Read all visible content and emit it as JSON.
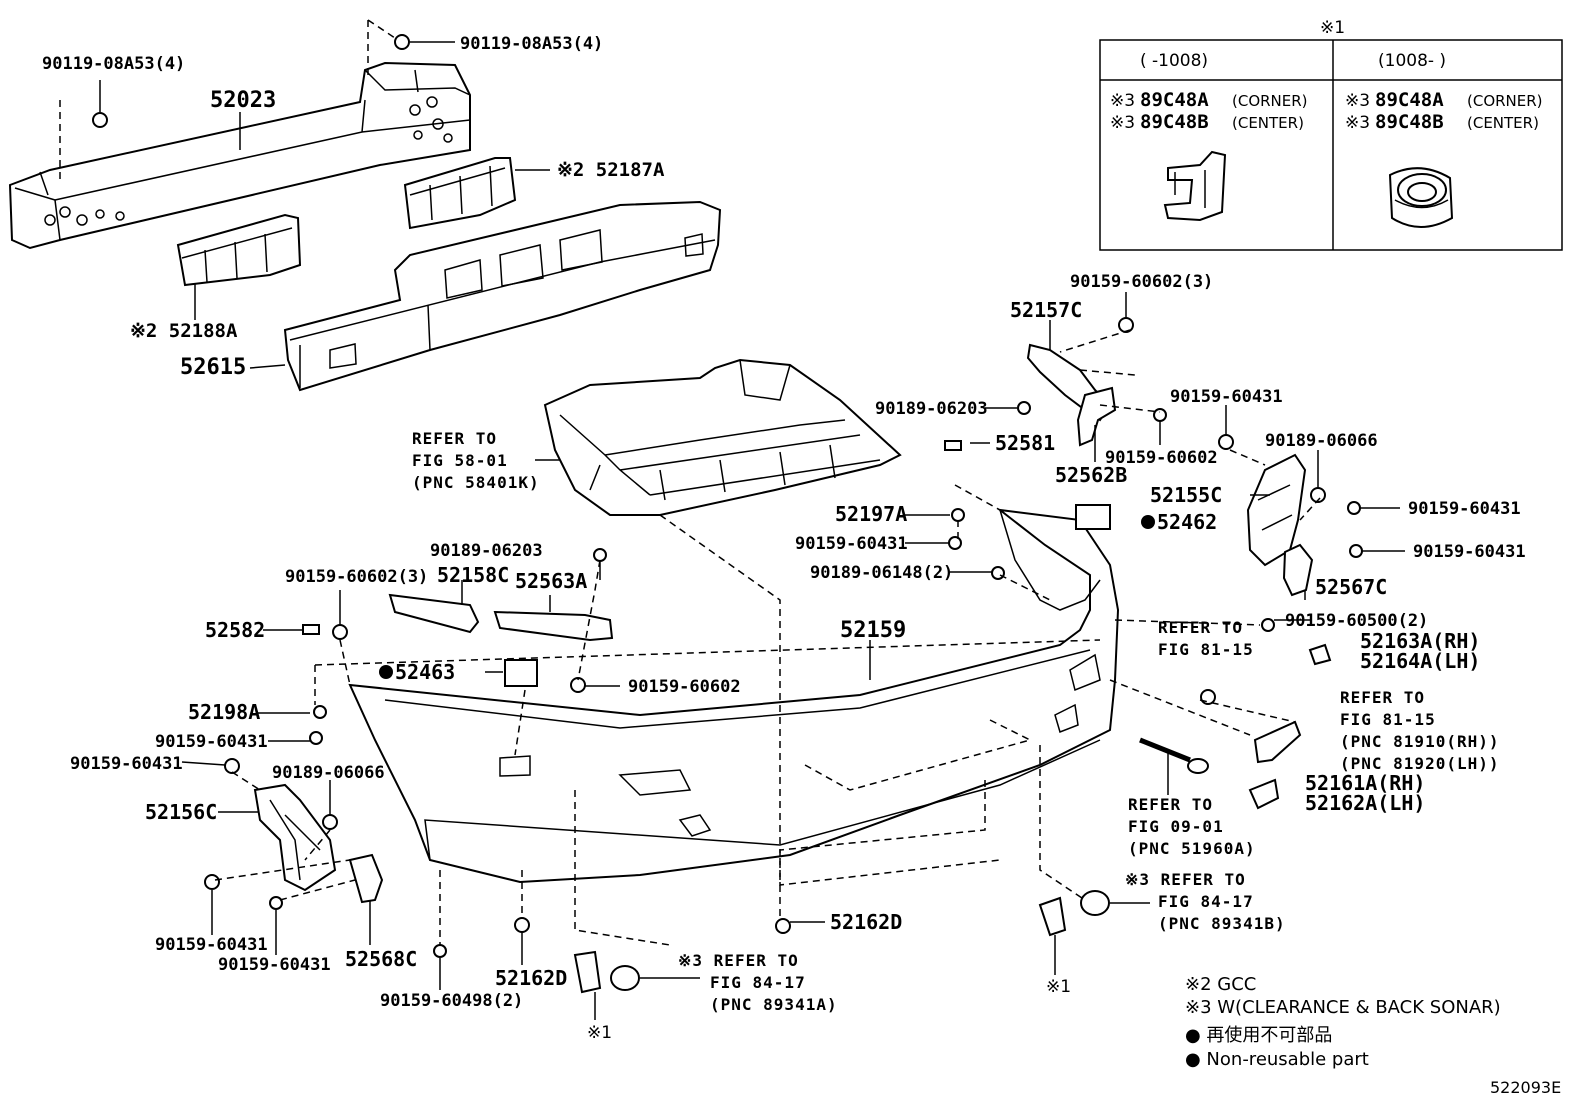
{
  "inset": {
    "header_mark": "※1",
    "col_left_header": "(      -1008)",
    "col_right_header": "(1008-      )",
    "left": {
      "line1_mark": "※3",
      "line1_part": "89C48A",
      "line1_note": "(CORNER)",
      "line2_mark": "※3",
      "line2_part": "89C48B",
      "line2_note": "(CENTER)"
    },
    "right": {
      "line1_mark": "※3",
      "line1_part": "89C48A",
      "line1_note": "(CORNER)",
      "line2_mark": "※3",
      "line2_part": "89C48B",
      "line2_note": "(CENTER)"
    }
  },
  "callouts": {
    "c1": "90119-08A53(4)",
    "c2": "90119-08A53(4)",
    "c3": "52023",
    "c4": "※2 52187A",
    "c5": "※2 52188A",
    "c6": "52615",
    "c7": "REFER TO",
    "c8": "FIG 58-01",
    "c9": "(PNC 58401K)",
    "c10": "90159-60602(3)",
    "c11": "52157C",
    "c12": "90189-06203",
    "c13": "90159-60431",
    "c14": "52581",
    "c15": "90159-60602",
    "c16": "52562B",
    "c17": "90189-06066",
    "c18": "52155C",
    "c19": "90159-60431",
    "c20": "52197A",
    "c21": "52462",
    "c22": "90159-60431",
    "c23": "90159-60431",
    "c24": "90189-06148(2)",
    "c25": "52567C",
    "c26": "90189-06203",
    "c27": "90159-60602(3)",
    "c28": "52158C",
    "c29": "52563A",
    "c30": "52582",
    "c31": "52159",
    "c32": "90159-60500(2)",
    "c33": "REFER TO",
    "c34": "FIG 81-15",
    "c35": "52163A(RH)",
    "c36": "52164A(LH)",
    "c37": "52463",
    "c38": "90159-60602",
    "c39": "REFER TO",
    "c40": "FIG 81-15",
    "c41": "(PNC 81910(RH))",
    "c42": "(PNC 81920(LH))",
    "c43": "52198A",
    "c44": "90159-60431",
    "c45": "90159-60431",
    "c46": "90189-06066",
    "c47": "52161A(RH)",
    "c48": "52162A(LH)",
    "c49": "52156C",
    "c50": "REFER TO",
    "c51": "FIG 09-01",
    "c52": "(PNC 51960A)",
    "c53": "※3 REFER TO",
    "c54": "FIG 84-17",
    "c55": "(PNC 89341B)",
    "c56": "52162D",
    "c57": "90159-60431",
    "c58": "90159-60431",
    "c59": "52568C",
    "c60": "52162D",
    "c61": "※3 REFER TO",
    "c62": "FIG 84-17",
    "c63": "(PNC 89341A)",
    "c64": "90159-60498(2)",
    "c65": "※1",
    "c66": "※1"
  },
  "legend": {
    "note2": "※2 GCC",
    "note3": "※3 W(CLEARANCE & BACK SONAR)",
    "non_reusable_jp": "● 再使用不可部品",
    "non_reusable_en": "● Non-reusable part"
  },
  "figure_code": "522093E"
}
